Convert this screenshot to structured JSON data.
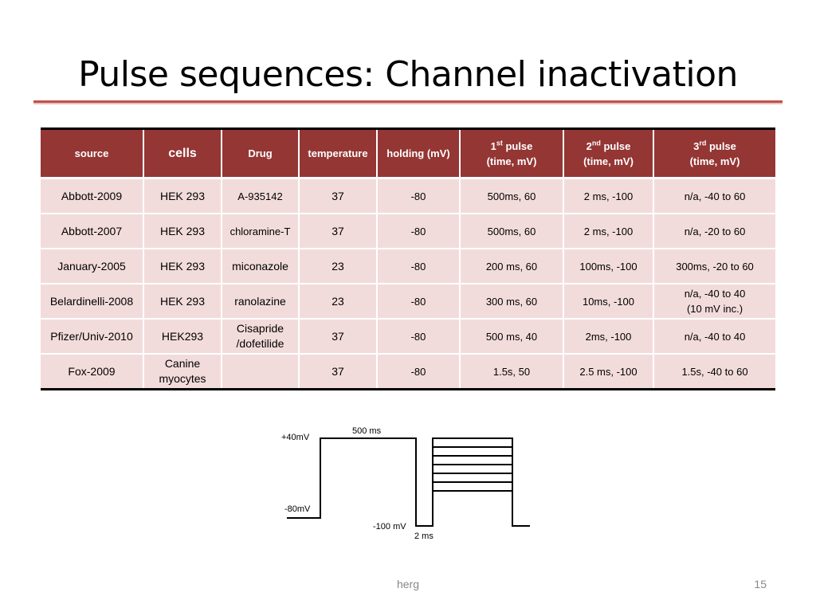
{
  "title": "Pulse sequences: Channel inactivation",
  "table": {
    "headers": {
      "source": "source",
      "cells": "cells",
      "drug": "Drug",
      "temperature": "temperature",
      "holding": "holding (mV)",
      "p1_num": "1",
      "p1_sup": "st",
      "p1_rest": " pulse",
      "p1_line2": "(time, mV)",
      "p2_num": "2",
      "p2_sup": "nd",
      "p2_rest": " pulse",
      "p2_line2": "(time, mV)",
      "p3_num": "3",
      "p3_sup": "rd",
      "p3_rest": " pulse",
      "p3_line2": "(time, mV)"
    },
    "rows": [
      {
        "source": "Abbott-2009",
        "cells": "HEK 293",
        "drug": "A-935142",
        "temperature": "37",
        "holding": "-80",
        "p1": "500ms, 60",
        "p2": "2 ms, -100",
        "p3": "n/a, -40 to 60"
      },
      {
        "source": "Abbott-2007",
        "cells": "HEK 293",
        "drug": "chloramine-T",
        "temperature": "37",
        "holding": "-80",
        "p1": "500ms, 60",
        "p2": "2 ms, -100",
        "p3": "n/a,  -20 to 60"
      },
      {
        "source": "January-2005",
        "cells": "HEK 293",
        "drug": "miconazole",
        "temperature": "23",
        "holding": "-80",
        "p1": "200 ms, 60",
        "p2": "100ms, -100",
        "p3": "300ms, -20 to 60"
      },
      {
        "source": "Belardinelli-2008",
        "cells": "HEK 293",
        "drug": "ranolazine",
        "temperature": "23",
        "holding": "-80",
        "p1": "300 ms, 60",
        "p2": "10ms, -100",
        "p3_line1": "n/a,  -40 to 40",
        "p3_line2": "(10 mV inc.)"
      },
      {
        "source": "Pfizer/Univ-2010",
        "cells": "HEK293",
        "drug_line1": "Cisapride",
        "drug_line2": "/dofetilide",
        "temperature": "37",
        "holding": "-80",
        "p1": "500 ms, 40",
        "p2": "2ms, -100",
        "p3": "n/a,  -40 to 40"
      },
      {
        "source": "Fox-2009",
        "cells_line1": "Canine",
        "cells_line2": "myocytes",
        "drug": "",
        "temperature": "37",
        "holding": "-80",
        "p1": "1.5s, 50",
        "p2": "2.5 ms, -100",
        "p3": "1.5s, -40 to 60"
      }
    ]
  },
  "diagram": {
    "label_plus40": "+40mV",
    "label_500ms": "500 ms",
    "label_minus80": "-80mV",
    "label_minus100": "-100 mV",
    "label_2ms": "2 ms"
  },
  "footer": {
    "center": "herg",
    "page_number": "15"
  }
}
